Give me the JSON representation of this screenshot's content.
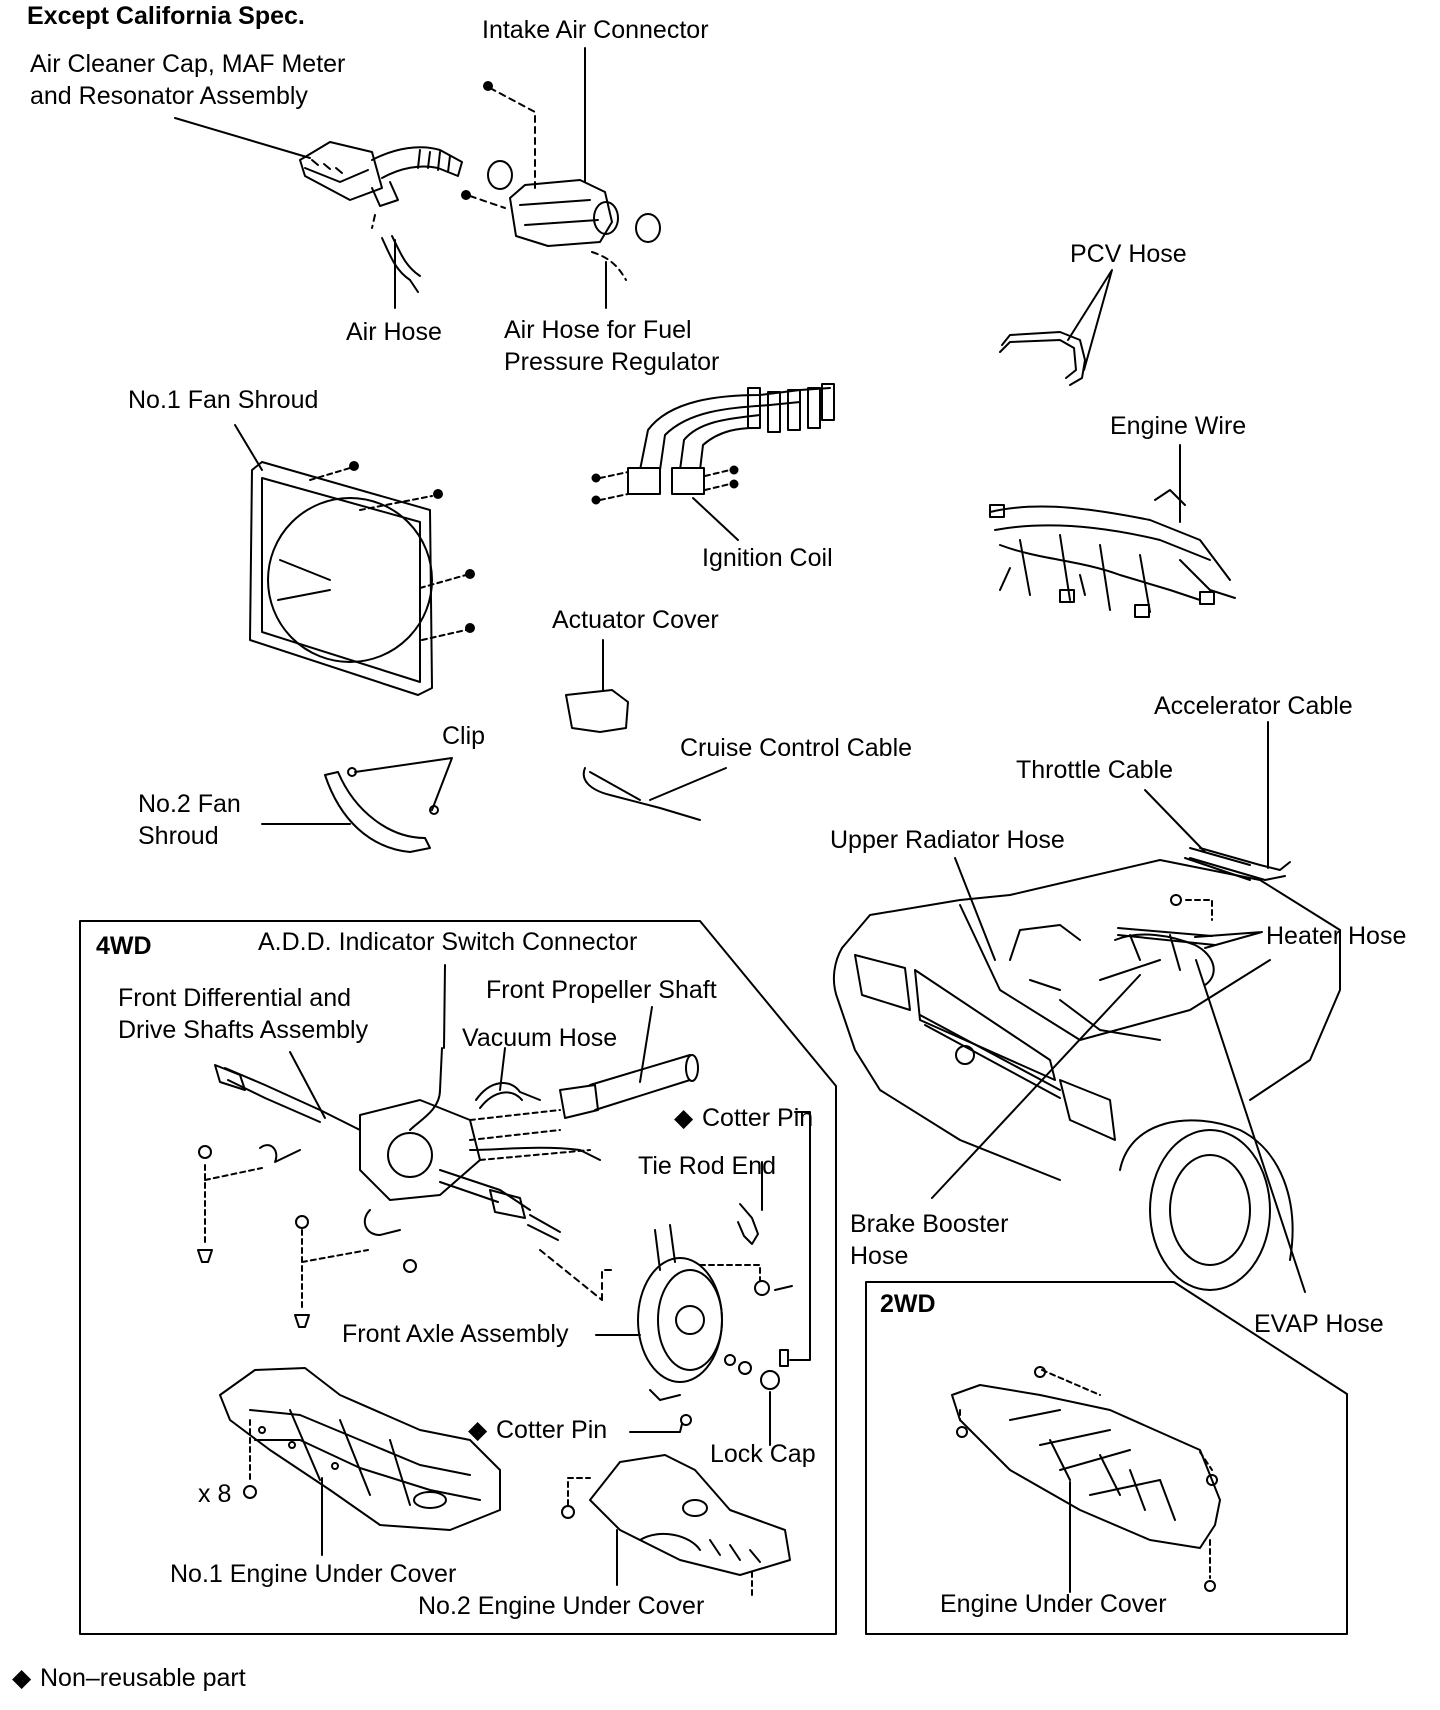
{
  "header": {
    "title": "Except California Spec."
  },
  "labels": {
    "intake_air_connector": "Intake Air Connector",
    "air_cleaner_cap_l1": "Air Cleaner Cap, MAF Meter",
    "air_cleaner_cap_l2": "and Resonator Assembly",
    "air_hose": "Air Hose",
    "air_hose_fpr_l1": "Air Hose for Fuel",
    "air_hose_fpr_l2": "Pressure Regulator",
    "pcv_hose": "PCV Hose",
    "no1_fan_shroud": "No.1 Fan Shroud",
    "engine_wire": "Engine Wire",
    "ignition_coil": "Ignition Coil",
    "actuator_cover": "Actuator Cover",
    "clip": "Clip",
    "accelerator_cable": "Accelerator Cable",
    "no2_fan_shroud_l1": "No.2 Fan",
    "no2_fan_shroud_l2": "Shroud",
    "cruise_control_cable": "Cruise Control Cable",
    "throttle_cable": "Throttle Cable",
    "upper_radiator_hose": "Upper Radiator Hose",
    "heater_hose": "Heater Hose",
    "brake_booster_hose_l1": "Brake Booster",
    "brake_booster_hose_l2": "Hose",
    "evap_hose": "EVAP Hose"
  },
  "box_4wd": {
    "title": "4WD",
    "add_indicator": "A.D.D. Indicator Switch Connector",
    "front_diff_l1": "Front Differential and",
    "front_diff_l2": "Drive Shafts Assembly",
    "front_propeller_shaft": "Front Propeller Shaft",
    "vacuum_hose": "Vacuum Hose",
    "cotter_pin_1": "Cotter Pin",
    "tie_rod_end": "Tie Rod End",
    "front_axle_assembly": "Front Axle Assembly",
    "cotter_pin_2": "Cotter Pin",
    "lock_cap": "Lock Cap",
    "x8": "x 8",
    "no1_engine_under_cover": "No.1 Engine Under Cover",
    "no2_engine_under_cover": "No.2 Engine Under Cover"
  },
  "box_2wd": {
    "title": "2WD",
    "engine_under_cover": "Engine Under Cover"
  },
  "legend": {
    "non_reusable_part": "Non–reusable part"
  },
  "symbols": {
    "non_reusable_marker": "◆"
  },
  "colors": {
    "ink": "#000000",
    "paper": "#ffffff"
  }
}
